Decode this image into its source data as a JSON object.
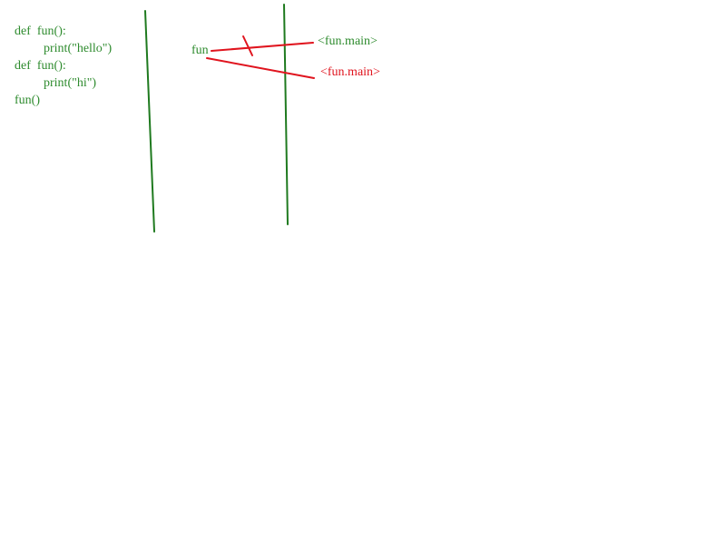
{
  "code": {
    "lines": [
      "def  fun():",
      "print(\"hello\")",
      "def  fun():",
      "print(\"hi\")",
      "fun()"
    ]
  },
  "diagram": {
    "name_label": "fun",
    "ref_old_label": "<fun.main>",
    "ref_new_label": "<fun.main>"
  },
  "colors": {
    "green": "#2e8b2e",
    "line_green": "#1f7a1f",
    "red": "#e0141e"
  }
}
